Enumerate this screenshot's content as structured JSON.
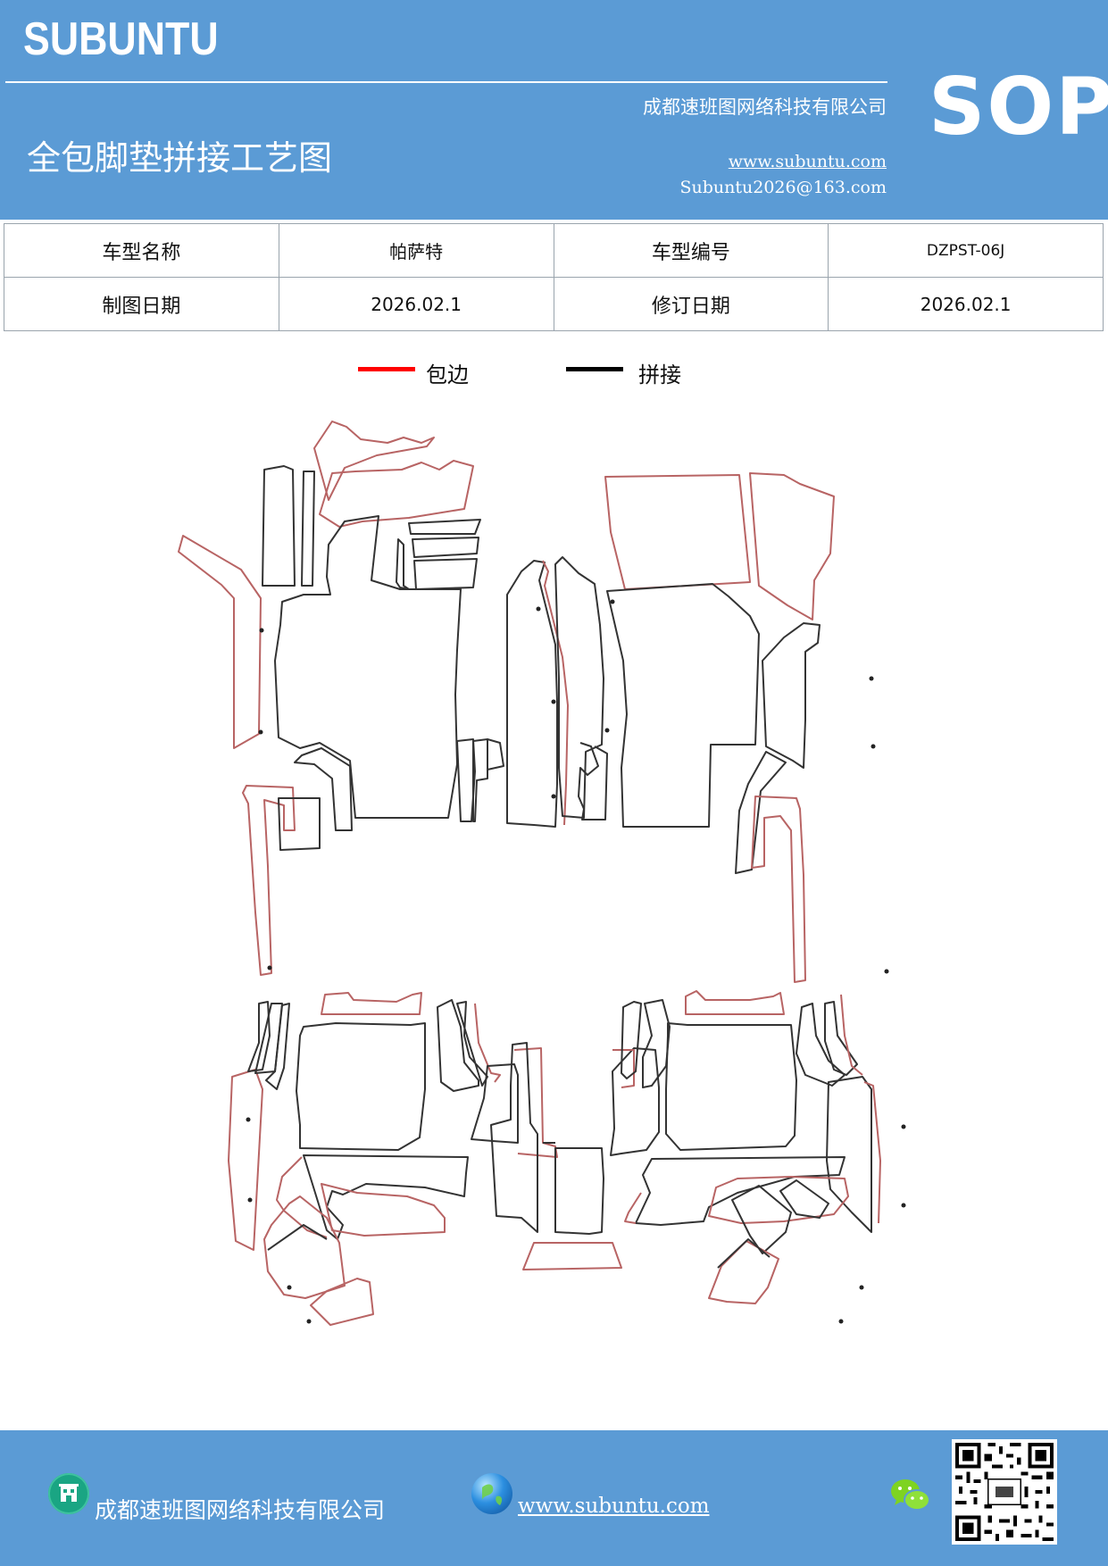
{
  "header": {
    "brand": "SUBUNTU",
    "badge": "SOP",
    "company": "成都速班图网络科技有限公司",
    "title": "全包脚垫拼接工艺图",
    "website": "www.subuntu.com",
    "email": "Subuntu2026@163.com"
  },
  "info_table": {
    "rows": [
      [
        "车型名称",
        "帕萨特",
        "车型编号",
        "DZPST-06J"
      ],
      [
        "制图日期",
        "2026.02.1",
        "修订日期",
        "2026.02.1"
      ]
    ]
  },
  "legend": {
    "items": [
      {
        "label": "包边",
        "color": "#ff0000"
      },
      {
        "label": "拼接",
        "color": "#000000"
      }
    ]
  },
  "colors": {
    "brand_blue": "#5b9bd5",
    "edge_outline": "#b86464",
    "seam_outline": "#333333"
  },
  "footer": {
    "company": "成都速班图网络科技有限公司",
    "website": "www.subuntu.com"
  },
  "icons": [
    "building-icon",
    "globe-icon",
    "wechat-icon",
    "qr-code"
  ]
}
